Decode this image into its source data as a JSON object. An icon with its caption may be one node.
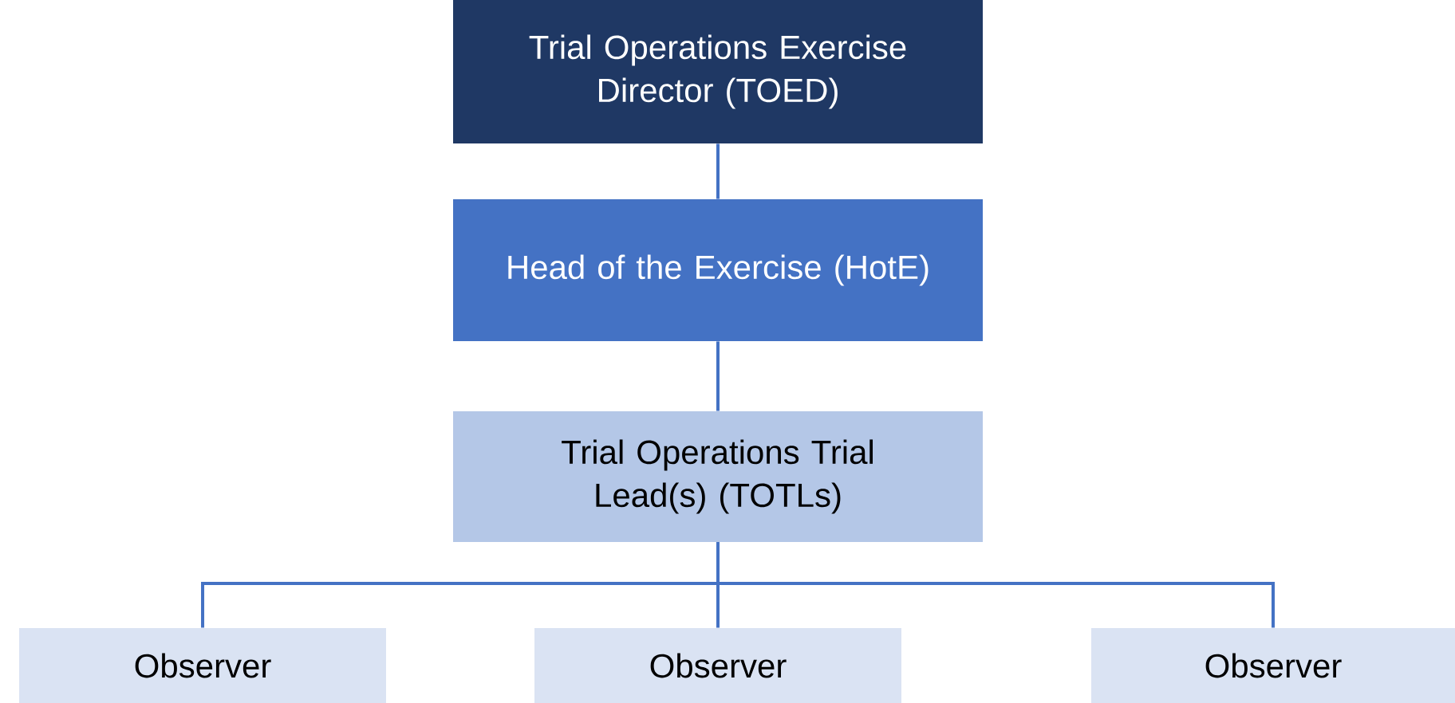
{
  "diagram": {
    "nodes": [
      {
        "text": [
          "Trial Operations Exercise Director (TOED)"
        ]
      },
      {
        "text": [
          "Head of the Exercise (HotE)"
        ]
      },
      {
        "text": [
          "Trial Operations Trial Lead(s) (TOTLs)"
        ]
      },
      {
        "text": [
          "Observer"
        ]
      },
      {
        "text": [
          "Observer"
        ]
      },
      {
        "text": [
          "Observer"
        ]
      }
    ],
    "edges": [
      {
        "from": 0,
        "to": 1,
        "arrow": "none"
      },
      {
        "from": 1,
        "to": 2,
        "arrow": "none"
      },
      {
        "from": 2,
        "to": 3,
        "arrow": "none"
      },
      {
        "from": 2,
        "to": 4,
        "arrow": "none"
      },
      {
        "from": 2,
        "to": 5,
        "arrow": "none"
      }
    ]
  }
}
